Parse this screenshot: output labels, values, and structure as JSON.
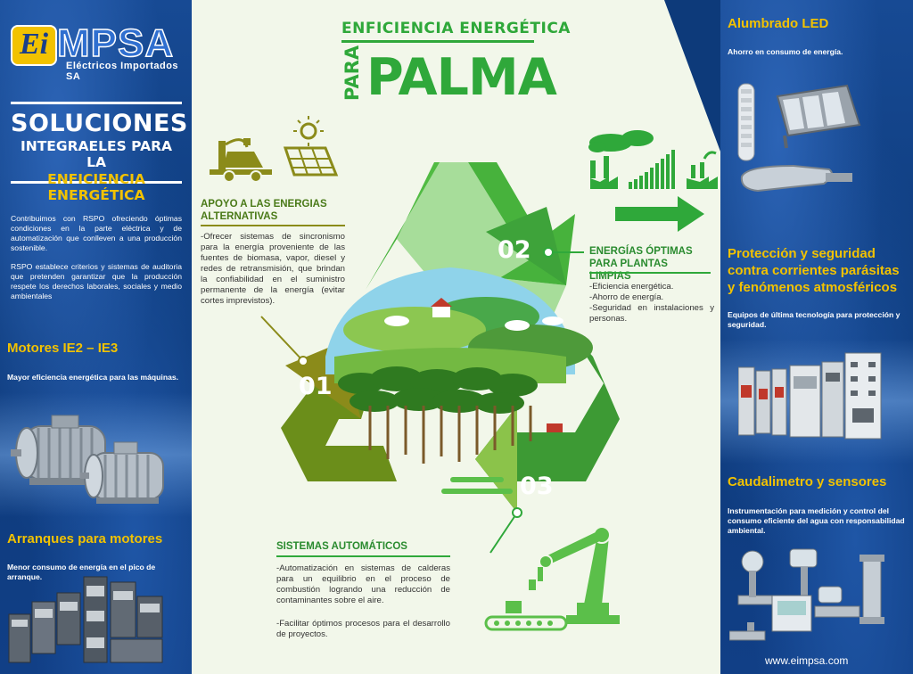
{
  "brand": {
    "logo_ei": "Ei",
    "logo_name": "MPSA",
    "logo_sub": "Eléctricos Importados SA"
  },
  "left": {
    "sol_1": "SOLUCIONES",
    "sol_2": "INTEGRAELES PARA LA",
    "sol_3": "ENFICIENCIA ENERGÉTICA",
    "para_1": "Contribuimos con RSPO ofreciendo óptimas condiciones en la parte eléctrica y de automatización que conlleven a una producción sostenible.",
    "para_2": "RSPO establece criterios y sistemas de auditoria que pretenden garantizar que la producción respete los derechos laborales, sociales y medio ambientales",
    "motores_title": "Motores IE2 – IE3",
    "motores_desc": "Mayor eficiencia energética para las máquinas.",
    "arranques_title": "Arranques para motores",
    "arranques_desc": "Menor consumo de energía en el pico de arranque."
  },
  "center": {
    "title_top": "ENFICIENCIA ENERGÉTICA",
    "title_para": "PARA",
    "title_palma": "PALMA",
    "s1_head": "APOYO A LAS ENERGIAS ALTERNATIVAS",
    "s1_text": "-Ofrecer sistemas de sincronismo para la energía proveniente de las fuentes de biomasa, vapor, diesel y redes de retransmisión, que brindan la confiabilidad en el suministro permanente de la energía (evitar cortes imprevistos).",
    "s2_head": "ENERGÍAS ÓPTIMAS PARA PLANTAS LIMPIAS",
    "s2_text_1": "-Eficiencia energética.",
    "s2_text_2": "-Ahorro de energía.",
    "s2_text_3": "-Seguridad en instalaciones y personas.",
    "s3_head": "SISTEMAS AUTOMÁTICOS",
    "s3_text_1": "-Automatización en sistemas de calderas para un equilibrio en el proceso de combustión logrando una reducción de contaminantes sobre el aire.",
    "s3_text_2": "-Facilitar óptimos procesos para el desarrollo de proyectos.",
    "num_1": "01",
    "num_2": "02",
    "num_3": "03"
  },
  "right": {
    "led_title": "Alumbrado LED",
    "led_desc": "Ahorro en consumo de energía.",
    "prot_title": "Protección y seguridad contra corrientes parásitas y fenómenos atmosféricos",
    "prot_desc": "Equipos de última tecnología para protección y seguridad.",
    "caud_title": "Caudalimetro y sensores",
    "caud_desc": "Instrumentación para medición y control del consumo eficiente del agua con responsabilidad ambiental.",
    "website": "www.eimpsa.com"
  },
  "colors": {
    "panel_blue": "#0d3a7a",
    "accent_yellow": "#f2c200",
    "green": "#2fa83a",
    "olive": "#8b8b1a",
    "center_bg": "#f2f7ea"
  },
  "icons": [
    "charging-car-icon",
    "solar-panel-icon",
    "factory-pollution-icon",
    "growth-bars-icon",
    "clean-factory-icon",
    "arrow-right-icon",
    "robot-arm-icon",
    "conveyor-icon",
    "recycle-arrows-icon"
  ]
}
